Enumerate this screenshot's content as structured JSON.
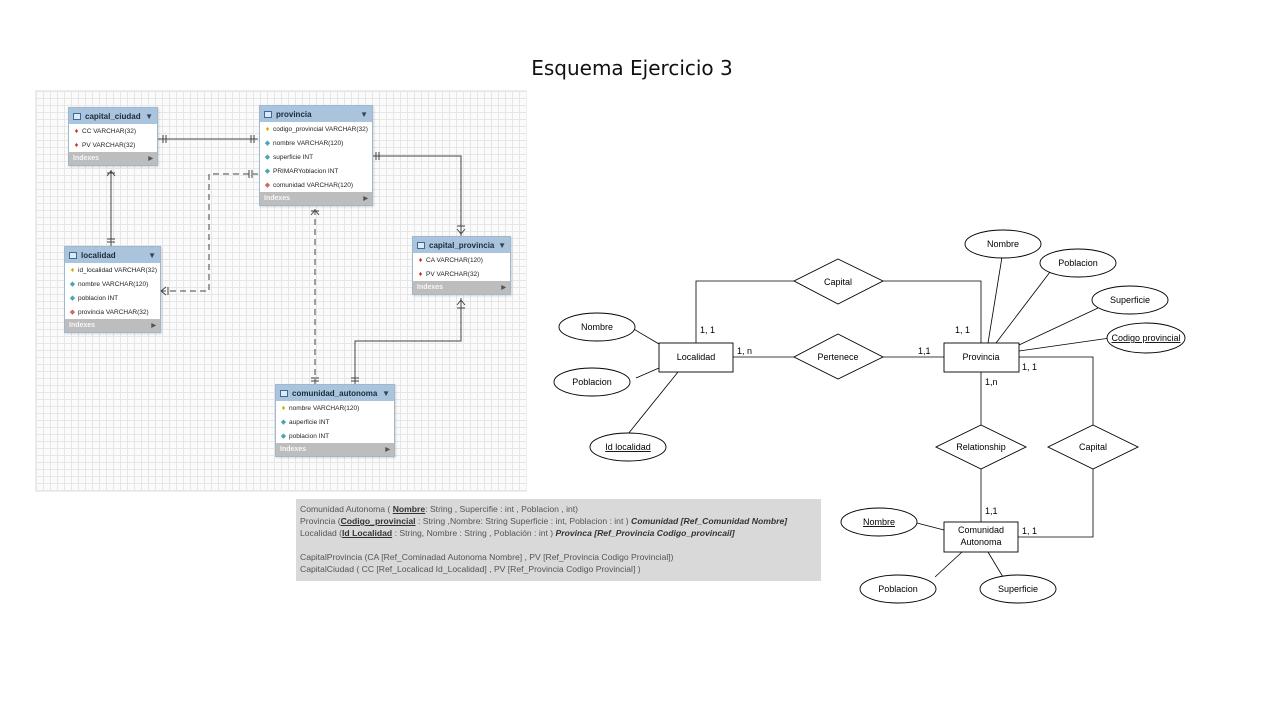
{
  "title": "Esquema Ejercicio 3",
  "workbench": {
    "index_label": "Indexes",
    "tables": [
      {
        "name": "capital_ciudad",
        "rows": [
          {
            "key": "fk",
            "text": "CC VARCHAR(32)"
          },
          {
            "key": "fk",
            "text": "PV VARCHAR(32)"
          }
        ]
      },
      {
        "name": "provincia",
        "rows": [
          {
            "key": "pk",
            "text": "codigo_provincial VARCHAR(32)"
          },
          {
            "key": "col",
            "text": "nombre VARCHAR(120)"
          },
          {
            "key": "col",
            "text": "superficie INT"
          },
          {
            "key": "col",
            "text": "PRIMARYoblacion INT"
          },
          {
            "key": "ref",
            "text": "comunidad VARCHAR(120)"
          }
        ]
      },
      {
        "name": "localidad",
        "rows": [
          {
            "key": "pk",
            "text": "id_localidad VARCHAR(32)"
          },
          {
            "key": "col",
            "text": "nombre VARCHAR(120)"
          },
          {
            "key": "col",
            "text": "poblacion INT"
          },
          {
            "key": "ref",
            "text": "provincia VARCHAR(32)"
          }
        ]
      },
      {
        "name": "capital_provincia",
        "rows": [
          {
            "key": "fk",
            "text": "CA VARCHAR(120)"
          },
          {
            "key": "fk",
            "text": "PV VARCHAR(32)"
          }
        ]
      },
      {
        "name": "comunidad_autonoma",
        "rows": [
          {
            "key": "pk",
            "text": "nombre VARCHAR(120)"
          },
          {
            "key": "col",
            "text": "auperficie INT"
          },
          {
            "key": "col",
            "text": "poblacion INT"
          }
        ]
      }
    ]
  },
  "schema": {
    "l1": {
      "a": "Comunidad Autonoma ( ",
      "b": "Nombre",
      "c": ": String , Supercifie : int  , Poblacion , int)"
    },
    "l2": {
      "a": "Provincia (",
      "b": "Codigo_provincial",
      "c": " : String ,Nombre: String  Superficie : int, Poblacion : int ) ",
      "d": "Comunidad [Ref_Comunidad Nombre]"
    },
    "l3": {
      "a": "Localidad (",
      "b": "Id Localidad",
      "c": " : String, Nombre : String ,  Población : int  ) ",
      "d": "Provinca [Ref_Provincia Codigo_provincail]"
    },
    "l4": {
      "a": "CapitalProvincia (CA [Ref_Cominadad Autonoma Nombre] , PV [Ref_Provincia Codigo Provincial])"
    },
    "l5": {
      "a": "CapitalCiudad ( CC [Ref_Localicad  Id_Localidad] , PV [Ref_Provincia Codigo Provincial] )"
    }
  },
  "er": {
    "entities": {
      "localidad": "Localidad",
      "provincia": "Provincia",
      "comunidad_l1": "Comunidad",
      "comunidad_l2": "Autonoma"
    },
    "relationships": {
      "capital_top": "Capital",
      "pertenece": "Pertenece",
      "relationship": "Relationship",
      "capital_right": "Capital"
    },
    "attributes": {
      "loc_nombre": "Nombre",
      "loc_poblacion": "Poblacion",
      "loc_id": "Id localidad",
      "prov_nombre": "Nombre",
      "prov_poblacion": "Poblacion",
      "prov_superficie": "Superficie",
      "prov_codigo": "Codigo provincial",
      "ca_nombre": "Nombre",
      "ca_poblacion": "Poblacion",
      "ca_superficie": "Superficie"
    },
    "cardinalities": {
      "loc_capital": "1, 1",
      "loc_pertenece": "1, n",
      "prov_pertenece": "1,1",
      "prov_capital": "1, 1",
      "prov_relationship": "1,n",
      "prov_capital_right": "1, 1",
      "ca_relationship": "1,1",
      "ca_capital": "1, 1"
    }
  },
  "colors": {
    "table_header": "#a9c4dc",
    "indexes_bar": "#bdbdbd",
    "schema_bg": "#d9d9d9"
  }
}
